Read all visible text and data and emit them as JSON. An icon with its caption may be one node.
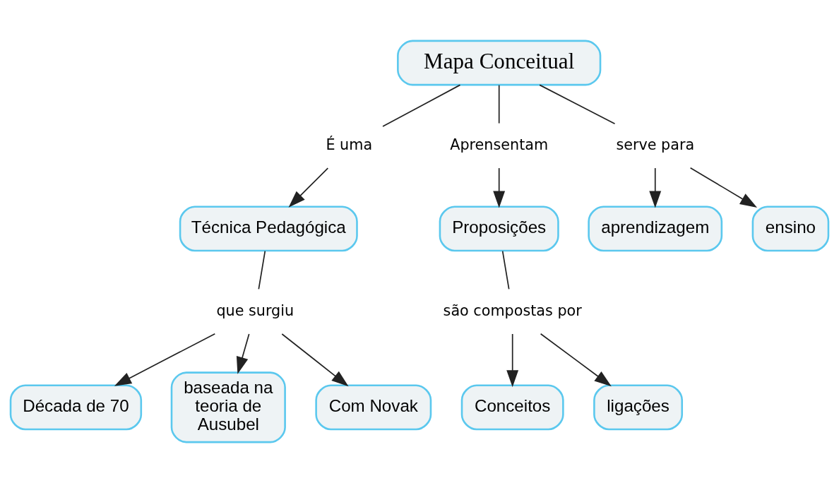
{
  "diagram": {
    "nodes": [
      {
        "text": [
          "Mapa Conceitual"
        ]
      },
      {
        "text": [
          "É uma"
        ]
      },
      {
        "text": [
          "Aprensentam"
        ]
      },
      {
        "text": [
          "serve para"
        ]
      },
      {
        "text": [
          "Técnica Pedagógica"
        ]
      },
      {
        "text": [
          "Proposições"
        ]
      },
      {
        "text": [
          "aprendizagem"
        ]
      },
      {
        "text": [
          "ensino"
        ]
      },
      {
        "text": [
          "que surgiu"
        ]
      },
      {
        "text": [
          "são compostas por"
        ]
      },
      {
        "text": [
          "Década de 70"
        ]
      },
      {
        "text": [
          "baseada na teoria de Ausubel"
        ]
      },
      {
        "text": [
          "Com Novak"
        ]
      },
      {
        "text": [
          "Conceitos"
        ]
      },
      {
        "text": [
          "ligações"
        ]
      }
    ],
    "edges": [
      {
        "from": 0,
        "to": 1,
        "arrow": "none"
      },
      {
        "from": 1,
        "to": 4,
        "arrow": "to"
      },
      {
        "from": 0,
        "to": 2,
        "arrow": "none"
      },
      {
        "from": 2,
        "to": 5,
        "arrow": "to"
      },
      {
        "from": 0,
        "to": 3,
        "arrow": "none"
      },
      {
        "from": 3,
        "to": 6,
        "arrow": "to"
      },
      {
        "from": 3,
        "to": 7,
        "arrow": "to"
      },
      {
        "from": 4,
        "to": 8,
        "arrow": "none"
      },
      {
        "from": 8,
        "to": 10,
        "arrow": "to"
      },
      {
        "from": 8,
        "to": 11,
        "arrow": "to"
      },
      {
        "from": 8,
        "to": 12,
        "arrow": "to"
      },
      {
        "from": 5,
        "to": 9,
        "arrow": "none"
      },
      {
        "from": 9,
        "to": 13,
        "arrow": "to"
      },
      {
        "from": 9,
        "to": 14,
        "arrow": "to"
      }
    ]
  }
}
